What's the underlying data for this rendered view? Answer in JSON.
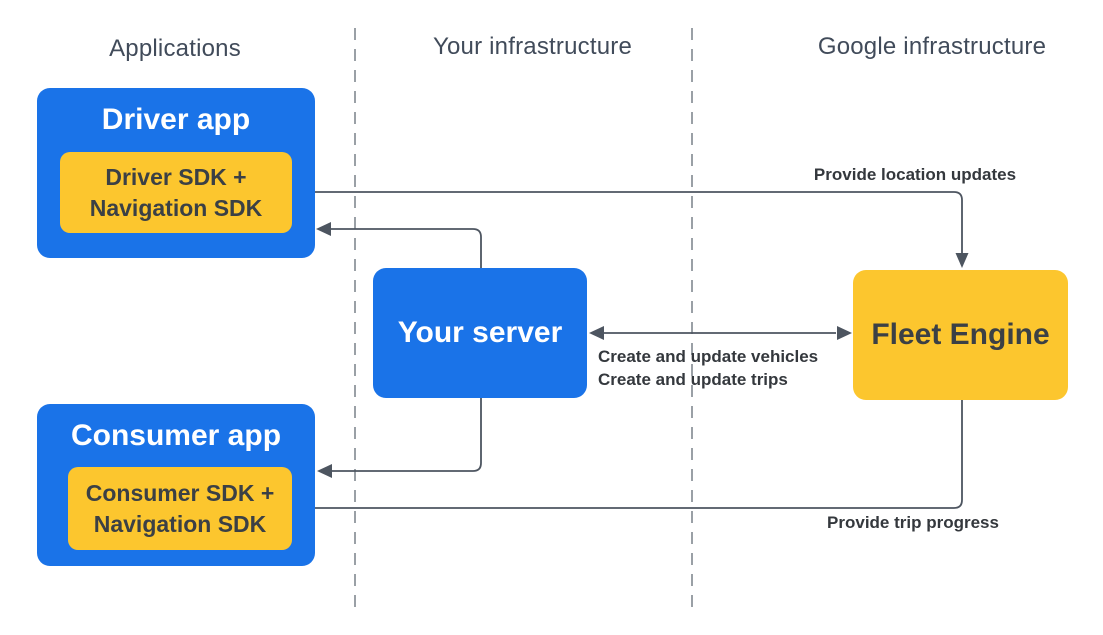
{
  "diagram": {
    "columns": [
      {
        "label": "Applications"
      },
      {
        "label": "Your infrastructure"
      },
      {
        "label": "Google infrastructure"
      }
    ],
    "nodes": {
      "driver_app": {
        "title": "Driver app",
        "sdk_line1": "Driver SDK +",
        "sdk_line2": "Navigation SDK"
      },
      "consumer_app": {
        "title": "Consumer app",
        "sdk_line1": "Consumer SDK +",
        "sdk_line2": "Navigation SDK"
      },
      "your_server": {
        "title": "Your server"
      },
      "fleet_engine": {
        "title": "Fleet Engine"
      }
    },
    "edges": [
      {
        "id": "provide-location-updates",
        "from": "Driver SDK + Navigation SDK",
        "to": "Fleet Engine",
        "direction": "one-way",
        "label": "Provide location updates"
      },
      {
        "id": "server-to-driver-app",
        "from": "Your server",
        "to": "Driver app",
        "direction": "one-way",
        "label": ""
      },
      {
        "id": "server-fleet-engine-sync",
        "from": "Your server",
        "to": "Fleet Engine",
        "direction": "two-way",
        "label_line1": "Create and update vehicles",
        "label_line2": "Create and update trips"
      },
      {
        "id": "server-to-consumer-app",
        "from": "Your server",
        "to": "Consumer app",
        "direction": "one-way",
        "label": ""
      },
      {
        "id": "provide-trip-progress",
        "from": "Fleet Engine",
        "to": "Consumer SDK + Navigation SDK",
        "direction": "one-way",
        "label": "Provide trip progress"
      }
    ],
    "colors": {
      "canvas_bg": "#ffffff",
      "box_blue": "#1a73e8",
      "box_yellow": "#fcc62e",
      "node_text_light": "#ffffff",
      "node_text_dark": "#3b4045",
      "header_text": "#414b5a",
      "label_text": "#34383d",
      "connector": "#4d5560",
      "divider": "#9aa0a6"
    }
  }
}
